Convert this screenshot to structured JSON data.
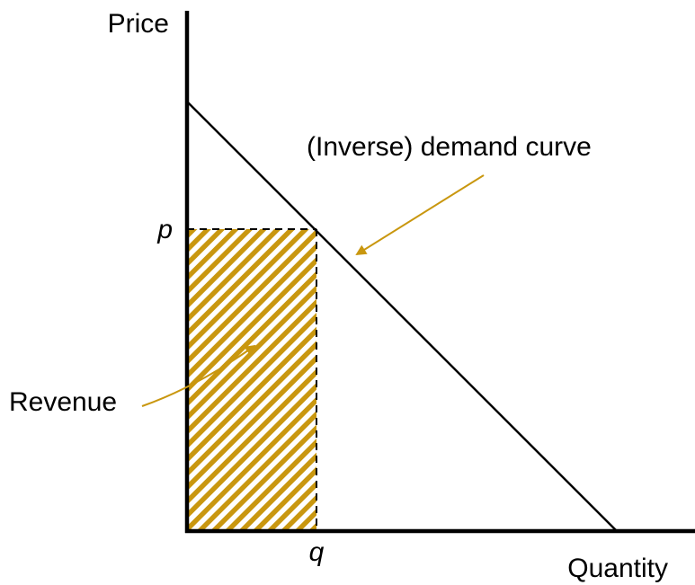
{
  "labels": {
    "y_axis": "Price",
    "x_axis": "Quantity",
    "price_marker": "p",
    "quantity_marker": "q",
    "curve": "(Inverse) demand curve",
    "area": "Revenue"
  },
  "colors": {
    "axis": "#000000",
    "curve": "#000000",
    "hatch": "#c9970f",
    "annotation_arrow": "#c9970f",
    "text": "#000000"
  }
}
